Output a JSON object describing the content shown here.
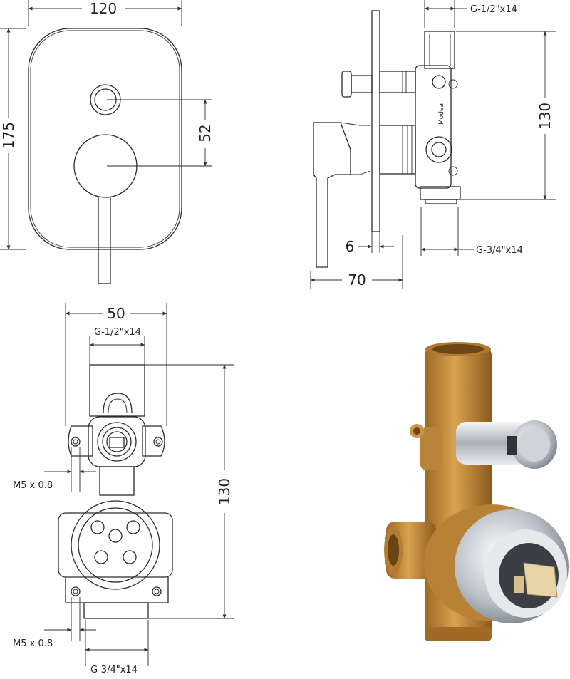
{
  "front_view": {
    "width_label": "120",
    "height_label": "175",
    "spacing_label": "52"
  },
  "side_view": {
    "top_thread_label": "G-1/2\"x14",
    "height_label": "130",
    "plate_label": "6",
    "depth_label": "70",
    "bottom_thread_label": "G-3/4\"x14",
    "brand_text": "Modeа"
  },
  "body_view": {
    "width_label": "50",
    "top_thread_label": "G-1/2\"x14",
    "height_label": "130",
    "screw_label_upper": "M5 x 0.8",
    "screw_label_lower": "M5 x 0.8",
    "bottom_thread_label": "G-3/4\"x14"
  },
  "colors": {
    "brass": "#c8913e",
    "brass_dark": "#8a5a1e",
    "chrome": "#d9dde2",
    "line": "#2a2a2a"
  }
}
